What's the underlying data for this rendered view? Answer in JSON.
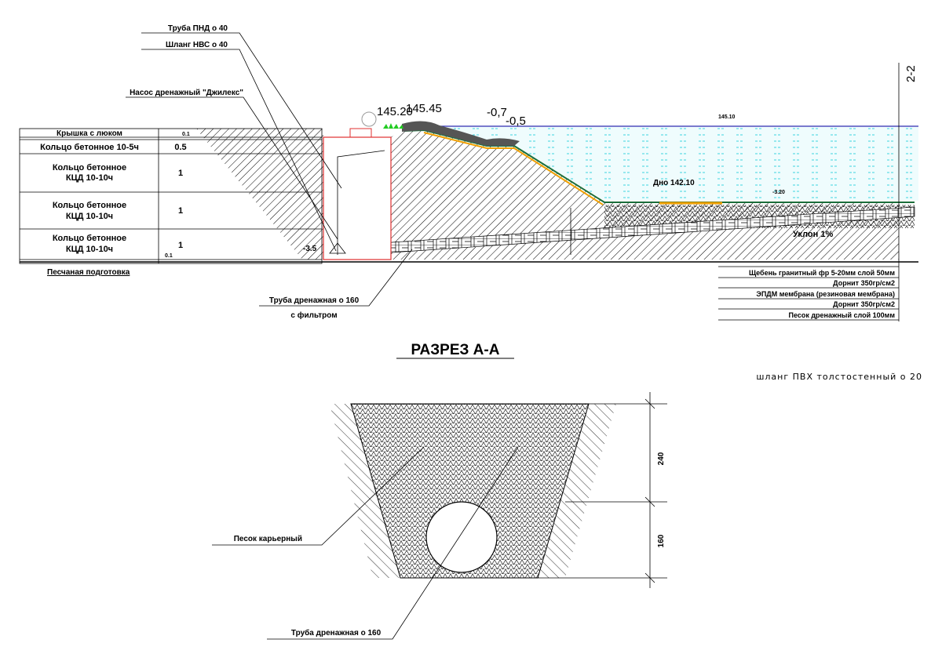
{
  "labels": {
    "pipe_pnd": "Труба ПНД о 40",
    "hose_nvs": "Шланг НВС о 40",
    "pump": "Насос дренажный \"Джилекс\"",
    "drain_pipe": "Труба дренажная о 160",
    "with_filter": "с фильтром",
    "sand_prep": "Песчаная подготовка",
    "section_mark": "2-2",
    "slope": "Уклон 1%",
    "bottom": "Дно 142.10"
  },
  "well_table": [
    {
      "name": "Крышка с люком",
      "name2": "",
      "value": "0.1"
    },
    {
      "name": "Кольцо бетонное 10-5ч",
      "name2": "",
      "value": "0.5"
    },
    {
      "name": "Кольцо бетонное",
      "name2": "КЦД 10-10ч",
      "value": "1"
    },
    {
      "name": "Кольцо бетонное",
      "name2": "КЦД 10-10ч",
      "value": "1"
    },
    {
      "name": "Кольцо бетонное",
      "name2": "КЦД 10-10ч",
      "value": "1"
    }
  ],
  "base_value": "0.1",
  "elevations": {
    "e1": "145.20",
    "e2": "145.45",
    "e3": "-0,7",
    "e4": "-0,5",
    "water": "145.10",
    "e5": "-3.20",
    "well_bottom": "-3.5"
  },
  "layers": [
    "Щебень гранитный фр 5-20мм слой 50мм",
    "Дорнит 350гр/см2",
    "ЭПДМ мембрана (резиновая мембрана)",
    "Дорнит 350гр/см2",
    "Песок дренажный слой 100мм"
  ],
  "section_title": "РАЗРЕЗ А-А",
  "hose_note": "шланг ПВХ толстостенный о 20",
  "section_aa": {
    "sand_label": "Песок карьерный",
    "pipe_label": "Труба дренажная о 160",
    "dim_top": "240",
    "dim_bottom": "160"
  },
  "colors": {
    "water_line": "#2b2bb0",
    "water_fill": "#3cd3e0",
    "well": "#e03030",
    "grass": "#22cc22",
    "membrane": "#1a6e3a",
    "sand": "#f0a000"
  }
}
